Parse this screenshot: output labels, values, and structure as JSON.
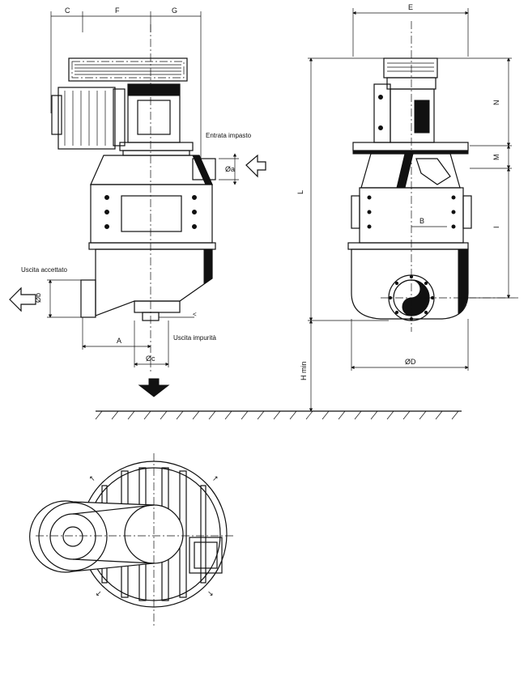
{
  "dimensions": {
    "c": "C",
    "f": "F",
    "g": "G",
    "e": "E",
    "n": "N",
    "m": "M",
    "l": "L",
    "i": "I",
    "b": "B",
    "a": "A",
    "phi_a": "Øa",
    "phi_b": "Øb",
    "phi_c": "Øc",
    "phi_d": "ØD",
    "h_min": "H min"
  },
  "labels": {
    "inlet": "Entrata impasto",
    "accept_outlet": "Uscita accettato",
    "reject_outlet": "Uscita impurità"
  }
}
